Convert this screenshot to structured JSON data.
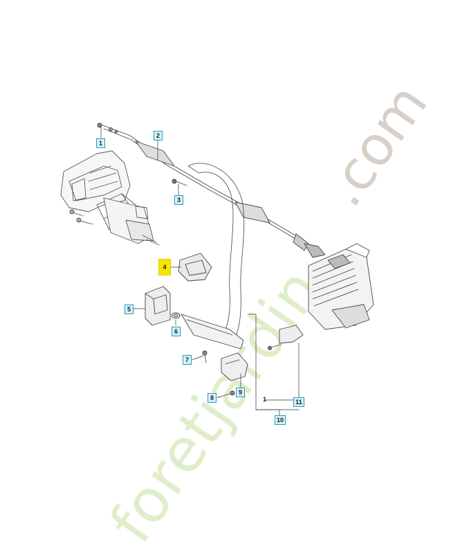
{
  "callouts": [
    {
      "id": "1",
      "label": "1"
    },
    {
      "id": "2",
      "label": "2"
    },
    {
      "id": "3",
      "label": "3"
    },
    {
      "id": "4",
      "label": "4",
      "highlighted": true
    },
    {
      "id": "5",
      "label": "5"
    },
    {
      "id": "6",
      "label": "6"
    },
    {
      "id": "7",
      "label": "7"
    },
    {
      "id": "8",
      "label": "8"
    },
    {
      "id": "9",
      "label": "9"
    },
    {
      "id": "10",
      "label": "10"
    },
    {
      "id": "11",
      "label": "11"
    }
  ],
  "plain_label": "1",
  "watermark": {
    "part1": "foretjardin",
    "part2": ".com"
  },
  "colors": {
    "callout_border": "#1b9fc0",
    "callout_fill": "#d6f1f9",
    "highlight": "#f7e400",
    "watermark_green": "#dfeec9",
    "watermark_grey": "#d8d0c8"
  }
}
